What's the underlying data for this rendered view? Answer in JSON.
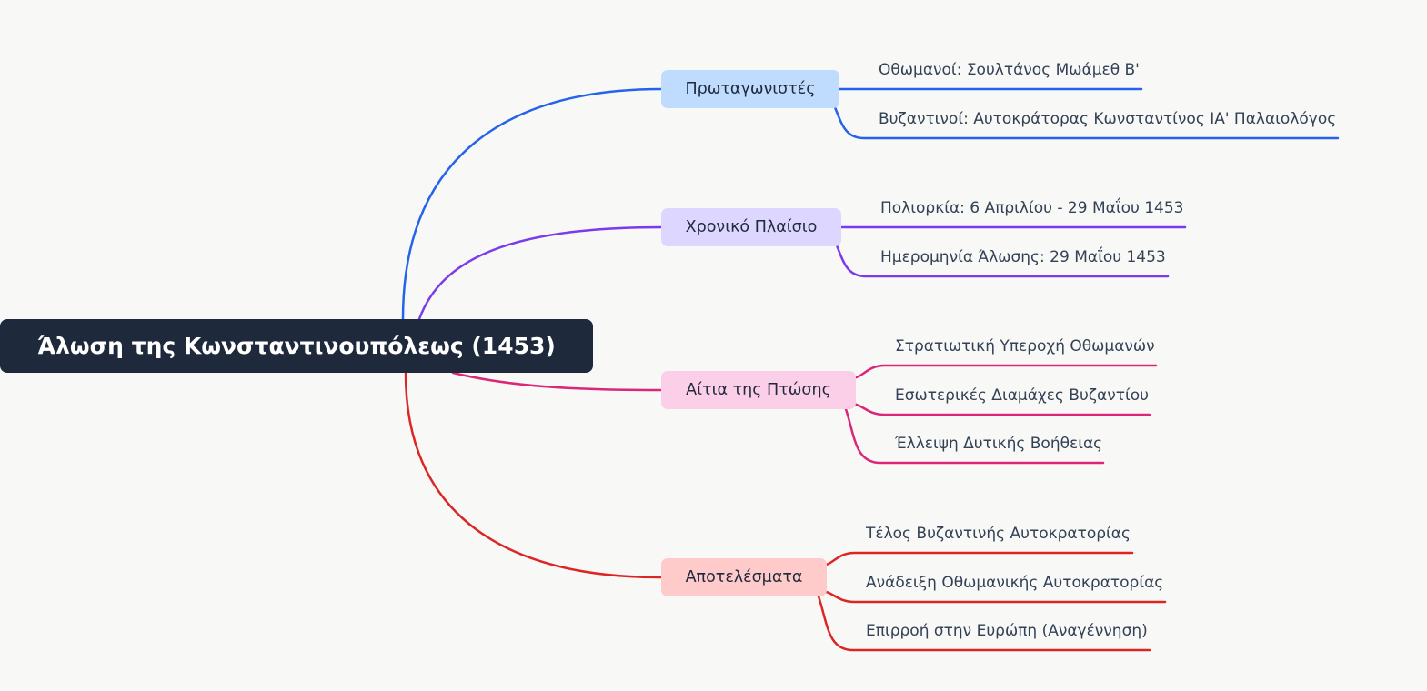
{
  "root": {
    "label": "Άλωση της Κωνσταντινουπόλεως (1453)"
  },
  "branches": [
    {
      "label": "Πρωταγωνιστές",
      "color": "#2563eb",
      "fill": "#bfdbfe",
      "leaves": [
        "Οθωμανοί: Σουλτάνος Μωάμεθ Β'",
        "Βυζαντινοί: Αυτοκράτορας Κωνσταντίνος ΙΑ' Παλαιολόγος"
      ]
    },
    {
      "label": "Χρονικό Πλαίσιο",
      "color": "#7c3aed",
      "fill": "#ddd6fe",
      "leaves": [
        "Πολιορκία: 6 Απριλίου - 29 Μαΐου 1453",
        "Ημερομηνία Άλωσης: 29 Μαΐου 1453"
      ]
    },
    {
      "label": "Αίτια της Πτώσης",
      "color": "#db2777",
      "fill": "#fbcfe8",
      "leaves": [
        "Στρατιωτική Υπεροχή Οθωμανών",
        "Εσωτερικές Διαμάχες Βυζαντίου",
        "Έλλειψη Δυτικής Βοήθειας"
      ]
    },
    {
      "label": "Αποτελέσματα",
      "color": "#dc2626",
      "fill": "#fecaca",
      "leaves": [
        "Τέλος Βυζαντινής Αυτοκρατορίας",
        "Ανάδειξη Οθωμανικής Αυτοκρατορίας",
        "Επιρροή στην Ευρώπη (Αναγέννηση)"
      ]
    }
  ]
}
